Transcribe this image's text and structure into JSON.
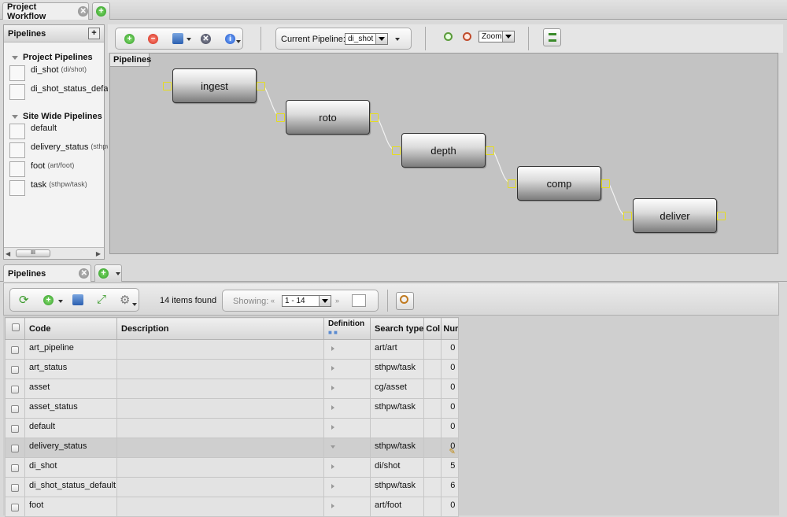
{
  "top_tab": {
    "label": "Project Workflow"
  },
  "sidebar": {
    "title": "Pipelines",
    "project_section": "Project Pipelines",
    "project_items": [
      {
        "name": "di_shot",
        "sub": "(di/shot)"
      },
      {
        "name": "di_shot_status_default",
        "sub": ""
      }
    ],
    "site_section": "Site Wide Pipelines",
    "site_items": [
      {
        "name": "default",
        "sub": ""
      },
      {
        "name": "delivery_status",
        "sub": "(sthpw"
      },
      {
        "name": "foot",
        "sub": "(art/foot)"
      },
      {
        "name": "task",
        "sub": "(sthpw/task)"
      }
    ],
    "scrollbar_grip": "III"
  },
  "toolbar": {
    "current_pipeline_label": "Current Pipeline:",
    "current_pipeline_value": "di_shot",
    "zoom_value": "Zoom"
  },
  "canvas": {
    "title": "Pipelines",
    "nodes": [
      "ingest",
      "roto",
      "depth",
      "comp",
      "deliver"
    ]
  },
  "bottom_tab": {
    "label": "Pipelines"
  },
  "table_toolbar": {
    "items_found": "14 items found",
    "showing_label": "Showing:",
    "page_range": "1 - 14"
  },
  "table": {
    "headers": [
      "Code",
      "Description",
      "Definition",
      "Search type",
      "Col",
      "Nur"
    ],
    "rows": [
      {
        "code": "art_pipeline",
        "description": "",
        "search_type": "art/art",
        "num": "0"
      },
      {
        "code": "art_status",
        "description": "",
        "search_type": "sthpw/task",
        "num": "0"
      },
      {
        "code": "asset",
        "description": "",
        "search_type": "cg/asset",
        "num": "0"
      },
      {
        "code": "asset_status",
        "description": "",
        "search_type": "sthpw/task",
        "num": "0"
      },
      {
        "code": "default",
        "description": "",
        "search_type": "",
        "num": "0"
      },
      {
        "code": "delivery_status",
        "description": "",
        "search_type": "sthpw/task",
        "num": "0"
      },
      {
        "code": "di_shot",
        "description": "",
        "search_type": "di/shot",
        "num": "5"
      },
      {
        "code": "di_shot_status_default",
        "description": "",
        "search_type": "sthpw/task",
        "num": "6"
      },
      {
        "code": "foot",
        "description": "",
        "search_type": "art/foot",
        "num": "0"
      }
    ]
  },
  "colors": {
    "port": "#e5dd1f",
    "canvas_bg": "#c3c3c3",
    "node_dark": "#7c7c7c"
  }
}
